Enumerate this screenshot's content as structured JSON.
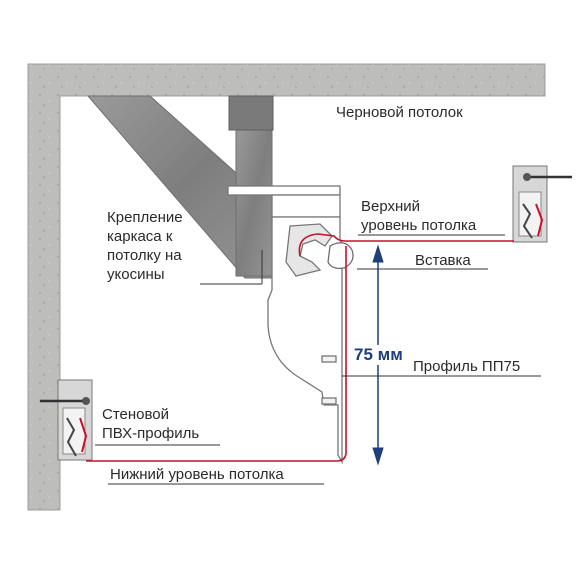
{
  "labels": {
    "rough_ceiling": "Черновой потолок",
    "mount": [
      "Крепление",
      "каркаса к",
      "потолку на",
      "укосины"
    ],
    "upper_level": [
      "Верхний",
      "уровень потолка"
    ],
    "insert": "Вставка",
    "dimension": "75 мм",
    "profile": "Профиль ПП75",
    "wall_profile": [
      "Стеновой",
      "ПВХ-профиль"
    ],
    "lower_level": "Нижний уровень потолка"
  },
  "colors": {
    "concrete": "#b9b9b7",
    "steel": "#8d8d8d",
    "membrane": "#c8102e",
    "dimension": "#1e3f7a",
    "leader": "#333333"
  },
  "icons": [
    "screw-icon",
    "clip-icon"
  ]
}
